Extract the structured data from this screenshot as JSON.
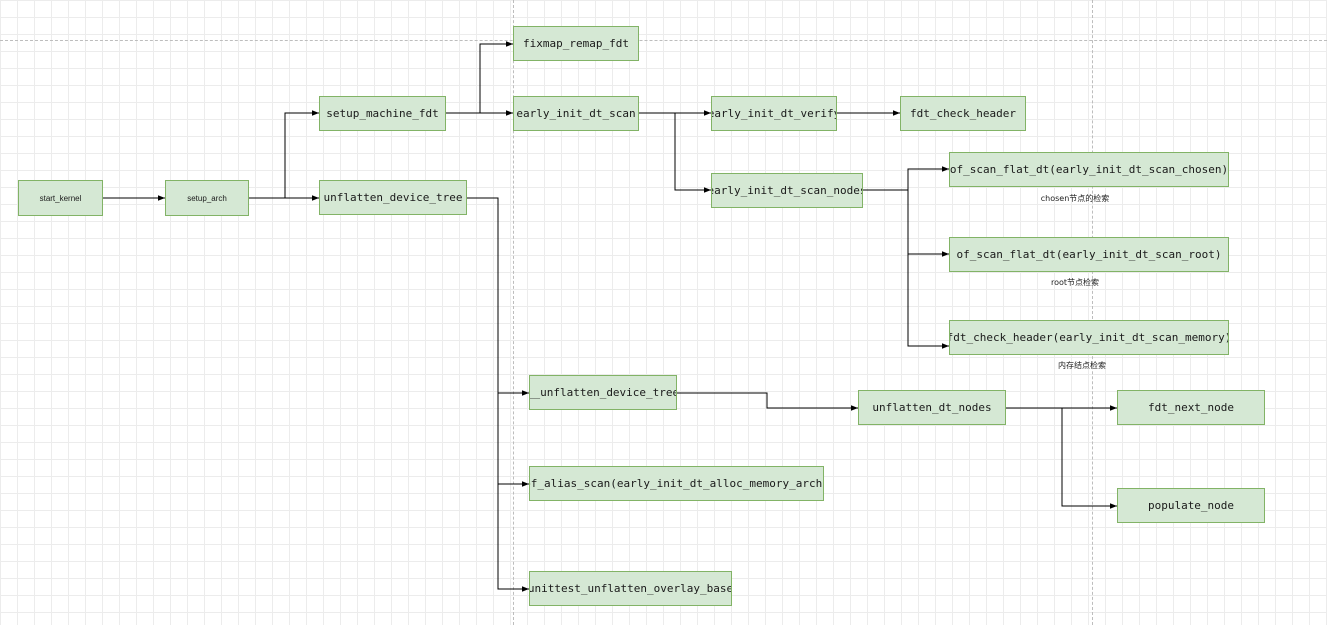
{
  "nodes": {
    "start_kernel": "start_kernel",
    "setup_arch": "setup_arch",
    "setup_machine_fdt": "setup_machine_fdt",
    "unflatten_device_tree": "unflatten_device_tree",
    "fixmap_remap_fdt": "fixmap_remap_fdt",
    "early_init_dt_scan": "early_init_dt_scan",
    "early_init_dt_verify": "early_init_dt_verify",
    "fdt_check_header": "fdt_check_header",
    "early_init_dt_scan_nodes": "early_init_dt_scan_nodes",
    "scan_chosen": "of_scan_flat_dt(early_init_dt_scan_chosen)",
    "scan_root": "of_scan_flat_dt(early_init_dt_scan_root)",
    "scan_memory": "fdt_check_header(early_init_dt_scan_memory)",
    "__unflatten_device_tree": "__unflatten_device_tree",
    "unflatten_dt_nodes": "unflatten_dt_nodes",
    "fdt_next_node": "fdt_next_node",
    "populate_node": "populate_node",
    "of_alias_scan": "of_alias_scan(early_init_dt_alloc_memory_arch)",
    "unittest_unflatten_overlay_base": "unittest_unflatten_overlay_base"
  },
  "notes": {
    "chosen": "chosen节点的检索",
    "root": "root节点检索",
    "memory": "内存结点检索"
  },
  "colors": {
    "node_fill": "#d5e8d4",
    "node_border": "#82b366",
    "edge": "#000000"
  }
}
